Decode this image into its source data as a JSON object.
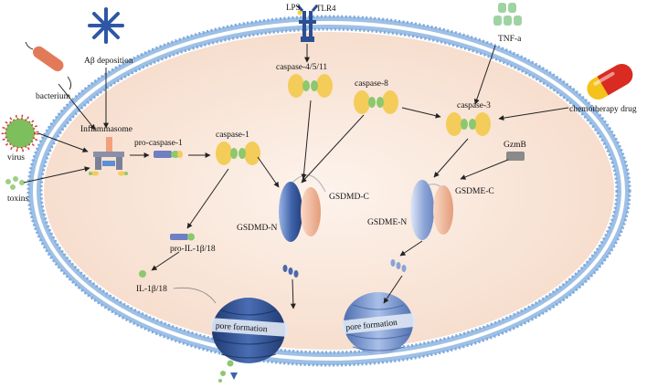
{
  "diagram": {
    "labels": {
      "lps": "LPS",
      "tlr4": "TLR4",
      "caspase_4_5_11": "caspase-4/5/11",
      "abeta": "Aβ deposition",
      "bacterium": "bacterium",
      "inflammasome": "Inflammasome",
      "virus": "virus",
      "toxins": "toxins",
      "pro_caspase_1": "pro-caspase-1",
      "caspase_1": "caspase-1",
      "caspase_8": "caspase-8",
      "caspase_3": "caspase-3",
      "tnf": "TNF-a",
      "chemo": "chemotherapy drug",
      "gzmb": "GzmB",
      "gsdmd_c": "GSDMD-C",
      "gsdmd_n": "GSDMD-N",
      "gsdme_c": "GSDME-C",
      "gsdme_n": "GSDME-N",
      "pro_il": "pro-IL-1β/18",
      "il": "IL-1β/18",
      "pore1": "pore formation",
      "pore2": "pore formation"
    },
    "colors": {
      "cytoplasm": "#f9e4d6",
      "membrane_head": "#8fb6df",
      "caspase_yellow": "#f4cc5a",
      "caspase_green": "#8cc86e",
      "gasdermin_n": "#3f62a8",
      "gasdermin_c": "#eaa98a",
      "pore_blue": "#2f4f8f",
      "pore_light": "#7f9fd0"
    }
  }
}
